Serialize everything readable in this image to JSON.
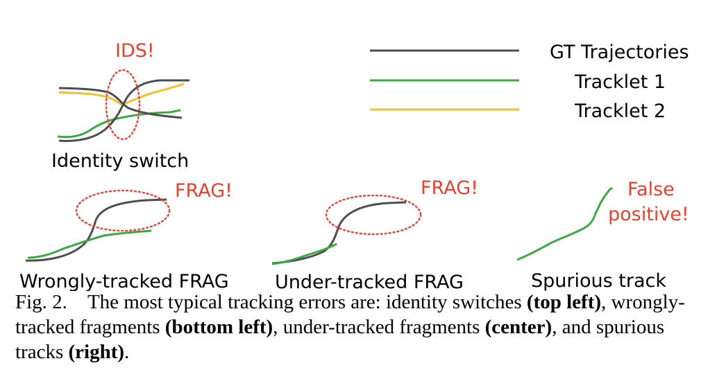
{
  "figure": {
    "legend": {
      "gt": "GT Trajectories",
      "tracklet1": "Tracklet 1",
      "tracklet2": "Tracklet 2"
    },
    "panels": {
      "identity_switch": {
        "alert": "IDS!",
        "label": "Identity switch"
      },
      "wrongly_tracked": {
        "alert": "FRAG!",
        "label": "Wrongly-tracked FRAG"
      },
      "under_tracked": {
        "alert": "FRAG!",
        "label": "Under-tracked FRAG"
      },
      "spurious": {
        "alert_line1": "False",
        "alert_line2": "positive!",
        "label": "Spurious track"
      }
    },
    "colors": {
      "gt": "#4d4d4d",
      "tracklet1": "#3ea743",
      "tracklet2": "#f2c12e",
      "alert": "#e0432f",
      "ellipse": "#e04a3a"
    }
  },
  "caption": {
    "prefix": "Fig. 2.",
    "t1": "The most typical tracking errors are: identity switches ",
    "b1": "(top left)",
    "t2": ", wrongly-tracked fragments ",
    "b2": "(bottom left)",
    "t3": ", under-tracked fragments ",
    "b3": "(center)",
    "t4": ", and spurious tracks ",
    "b4": "(right)",
    "t5": "."
  }
}
